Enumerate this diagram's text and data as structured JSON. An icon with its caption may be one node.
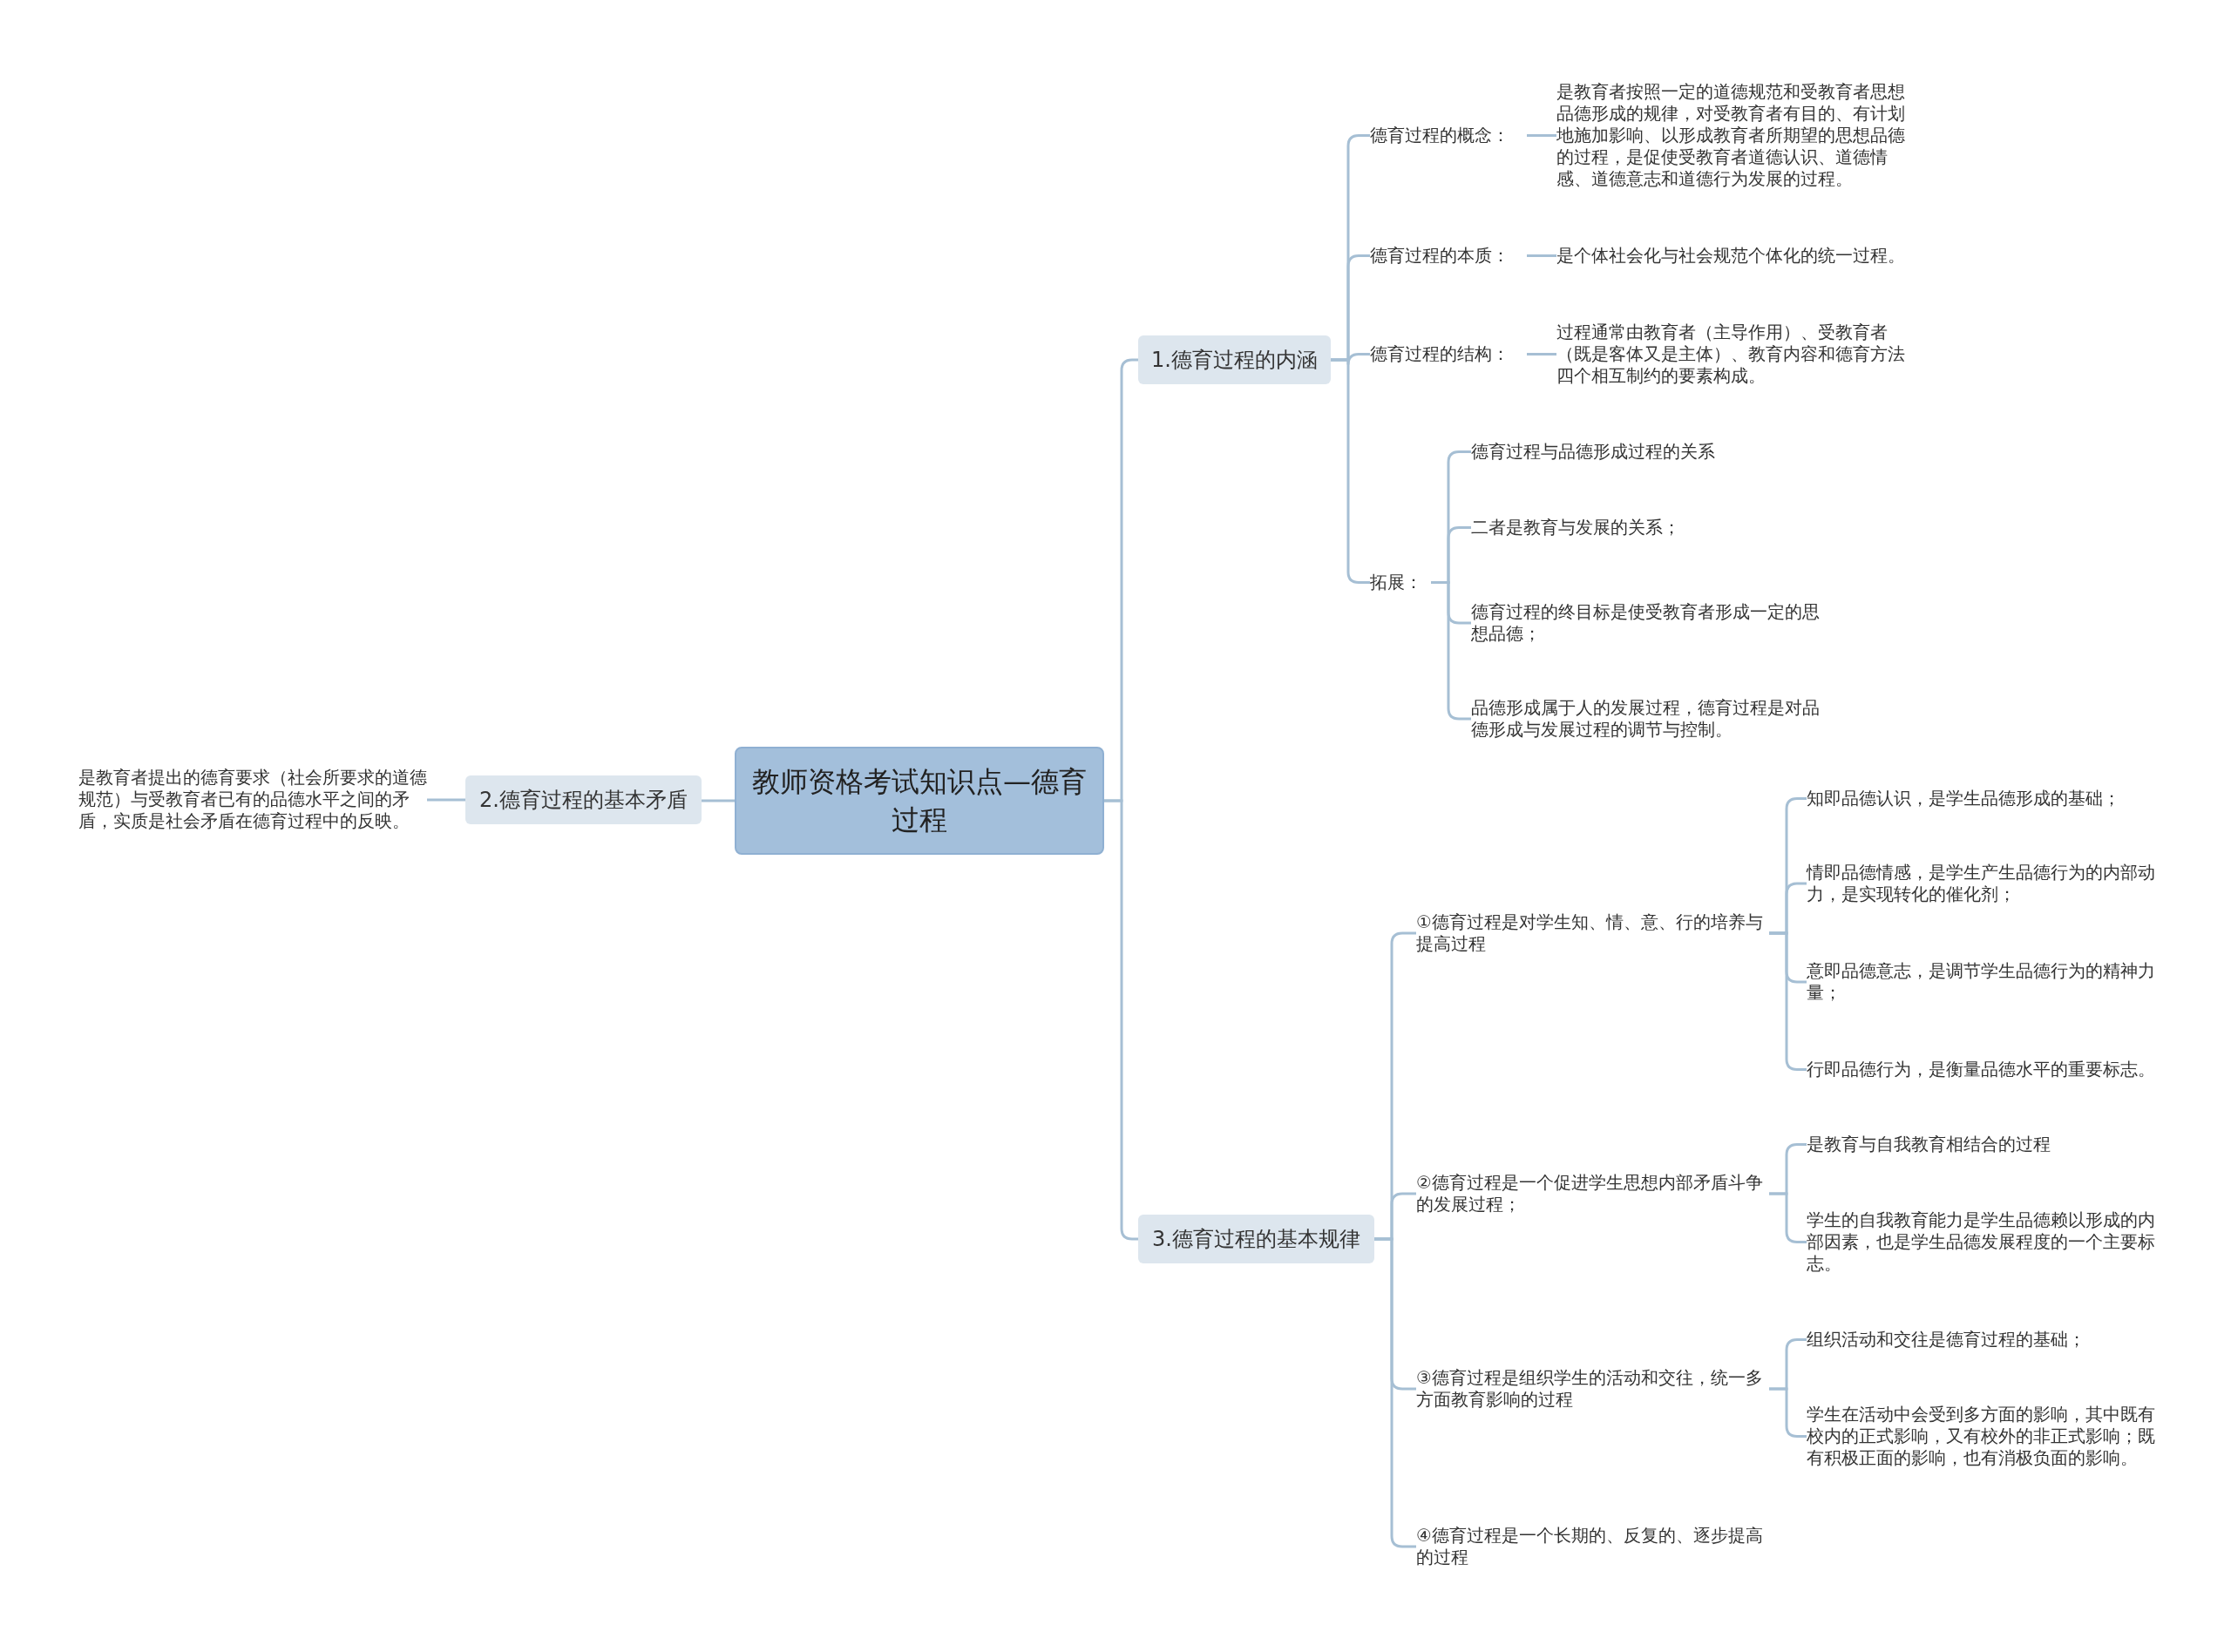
{
  "diagram": {
    "nodes": [
      {
        "text": [
          "教师资格考试知识点—德育过程"
        ]
      },
      {
        "text": [
          "1.德育过程的内涵"
        ]
      },
      {
        "text": [
          "德育过程的概念："
        ]
      },
      {
        "text": [
          "是教育者按照一定的道德规范和受教育者思想品德形成的规律，对受教育者有目的、有计划地施加影响、以形成教育者所期望的思想品德的过程，是促使受教育者道德认识、道德情感、道德意志和道德行为发展的过程。"
        ]
      },
      {
        "text": [
          "德育过程的本质："
        ]
      },
      {
        "text": [
          "是个体社会化与社会规范个体化的统一过程。"
        ]
      },
      {
        "text": [
          "德育过程的结构："
        ]
      },
      {
        "text": [
          "过程通常由教育者（主导作用）、受教育者（既是客体又是主体）、教育内容和德育方法四个相互制约的要素构成。"
        ]
      },
      {
        "text": [
          "拓展："
        ]
      },
      {
        "text": [
          "德育过程与品德形成过程的关系"
        ]
      },
      {
        "text": [
          "二者是教育与发展的关系；"
        ]
      },
      {
        "text": [
          "德育过程的终目标是使受教育者形成一定的思想品德；"
        ]
      },
      {
        "text": [
          "品德形成属于人的发展过程，德育过程是对品德形成与发展过程的调节与控制。"
        ]
      },
      {
        "text": [
          "2.德育过程的基本矛盾"
        ]
      },
      {
        "text": [
          "是教育者提出的德育要求（社会所要求的道德规范）与受教育者已有的品德水平之间的矛盾，实质是社会矛盾在德育过程中的反映。"
        ]
      },
      {
        "text": [
          "3.德育过程的基本规律"
        ]
      },
      {
        "text": [
          "①德育过程是对学生知、情、意、行的培养与提高过程"
        ]
      },
      {
        "text": [
          "知即品德认识，是学生品德形成的基础；"
        ]
      },
      {
        "text": [
          "情即品德情感，是学生产生品德行为的内部动力，是实现转化的催化剂；"
        ]
      },
      {
        "text": [
          "意即品德意志，是调节学生品德行为的精神力量；"
        ]
      },
      {
        "text": [
          "行即品德行为，是衡量品德水平的重要标志。"
        ]
      },
      {
        "text": [
          "②德育过程是一个促进学生思想内部矛盾斗争的发展过程；"
        ]
      },
      {
        "text": [
          "是教育与自我教育相结合的过程"
        ]
      },
      {
        "text": [
          "学生的自我教育能力是学生品德赖以形成的内部因素，也是学生品德发展程度的一个主要标志。"
        ]
      },
      {
        "text": [
          "③德育过程是组织学生的活动和交往，统一多方面教育影响的过程"
        ]
      },
      {
        "text": [
          "组织活动和交往是德育过程的基础；"
        ]
      },
      {
        "text": [
          "学生在活动中会受到多方面的影响，其中既有校内的正式影响，又有校外的非正式影响；既有积极正面的影响，也有消极负面的影响。"
        ]
      },
      {
        "text": [
          "④德育过程是一个长期的、反复的、逐步提高的过程"
        ]
      }
    ],
    "edges": [
      {
        "from": 0,
        "to": 1,
        "arrow": "none"
      },
      {
        "from": 1,
        "to": 2,
        "arrow": "none"
      },
      {
        "from": 2,
        "to": 3,
        "arrow": "none"
      },
      {
        "from": 1,
        "to": 4,
        "arrow": "none"
      },
      {
        "from": 4,
        "to": 5,
        "arrow": "none"
      },
      {
        "from": 1,
        "to": 6,
        "arrow": "none"
      },
      {
        "from": 6,
        "to": 7,
        "arrow": "none"
      },
      {
        "from": 1,
        "to": 8,
        "arrow": "none"
      },
      {
        "from": 8,
        "to": 9,
        "arrow": "none"
      },
      {
        "from": 8,
        "to": 10,
        "arrow": "none"
      },
      {
        "from": 8,
        "to": 11,
        "arrow": "none"
      },
      {
        "from": 8,
        "to": 12,
        "arrow": "none"
      },
      {
        "from": 0,
        "to": 13,
        "arrow": "none"
      },
      {
        "from": 13,
        "to": 14,
        "arrow": "none"
      },
      {
        "from": 0,
        "to": 15,
        "arrow": "none"
      },
      {
        "from": 15,
        "to": 16,
        "arrow": "none"
      },
      {
        "from": 16,
        "to": 17,
        "arrow": "none"
      },
      {
        "from": 16,
        "to": 18,
        "arrow": "none"
      },
      {
        "from": 16,
        "to": 19,
        "arrow": "none"
      },
      {
        "from": 16,
        "to": 20,
        "arrow": "none"
      },
      {
        "from": 15,
        "to": 21,
        "arrow": "none"
      },
      {
        "from": 21,
        "to": 22,
        "arrow": "none"
      },
      {
        "from": 21,
        "to": 23,
        "arrow": "none"
      },
      {
        "from": 15,
        "to": 24,
        "arrow": "none"
      },
      {
        "from": 24,
        "to": 25,
        "arrow": "none"
      },
      {
        "from": 24,
        "to": 26,
        "arrow": "none"
      },
      {
        "from": 15,
        "to": 27,
        "arrow": "none"
      }
    ]
  }
}
